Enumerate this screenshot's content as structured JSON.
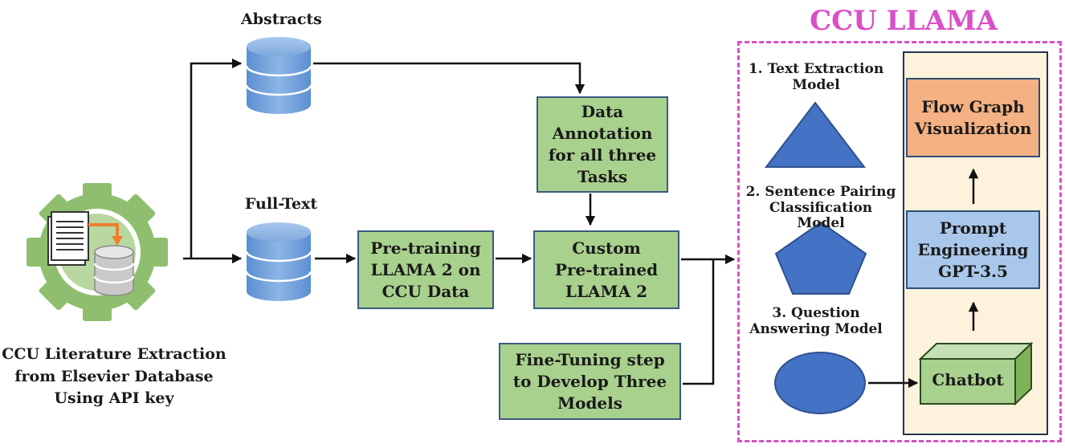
{
  "ccu_llama": {
    "title": "CCU LLAMA"
  },
  "source": {
    "caption": "CCU Literature  Extraction\nfrom Elsevier Database\nUsing API key",
    "icon": "gear-document-database-icon"
  },
  "databases": {
    "abstracts": {
      "label": "Abstracts",
      "icon": "database-cylinder-icon"
    },
    "full_text": {
      "label": "Full-Text",
      "icon": "database-cylinder-icon"
    }
  },
  "boxes": {
    "pretraining": "Pre-training\nLLAMA 2 on\nCCU Data",
    "annotation": "Data\nAnnotation\nfor all three\nTasks",
    "custom": "Custom\nPre-trained\nLLAMA 2",
    "finetuning": "Fine-Tuning  step\nto Develop Three\nModels",
    "flow_graph": "Flow Graph\nVisualization",
    "prompt": "Prompt\nEngineering\nGPT-3.5",
    "chatbot": "Chatbot"
  },
  "models": {
    "text_extraction": {
      "label": "1. Text Extraction\nModel",
      "shape": "triangle"
    },
    "sentence_pairing": {
      "label": "2. Sentence Pairing\nClassification Model",
      "shape": "pentagon"
    },
    "question_answering": {
      "label": "3. Question\nAnswering Model",
      "shape": "ellipse"
    }
  },
  "colors": {
    "green_box": "#a9d18e",
    "blue_box": "#a9c7eb",
    "orange_box": "#f4b183",
    "shape_blue": "#4472c4",
    "frame_magenta": "#d94fc8",
    "panel_cream": "#fdf3dc",
    "gear_green": "#8fbf6e"
  }
}
